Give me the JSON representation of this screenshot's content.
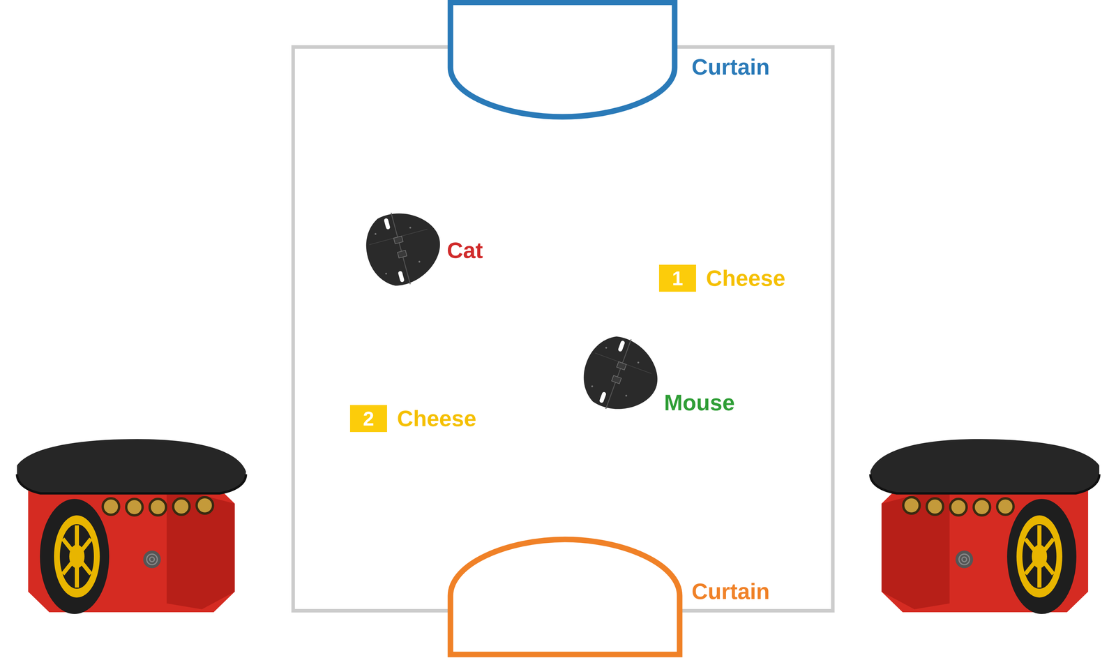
{
  "diagram": {
    "nodes": [
      {
        "text": [
          "1",
          "Cheese"
        ]
      },
      {
        "text": [
          "2",
          "Cheese"
        ]
      }
    ],
    "labels": [
      "Curtain",
      "Curtain",
      "Cat",
      "Mouse"
    ]
  }
}
